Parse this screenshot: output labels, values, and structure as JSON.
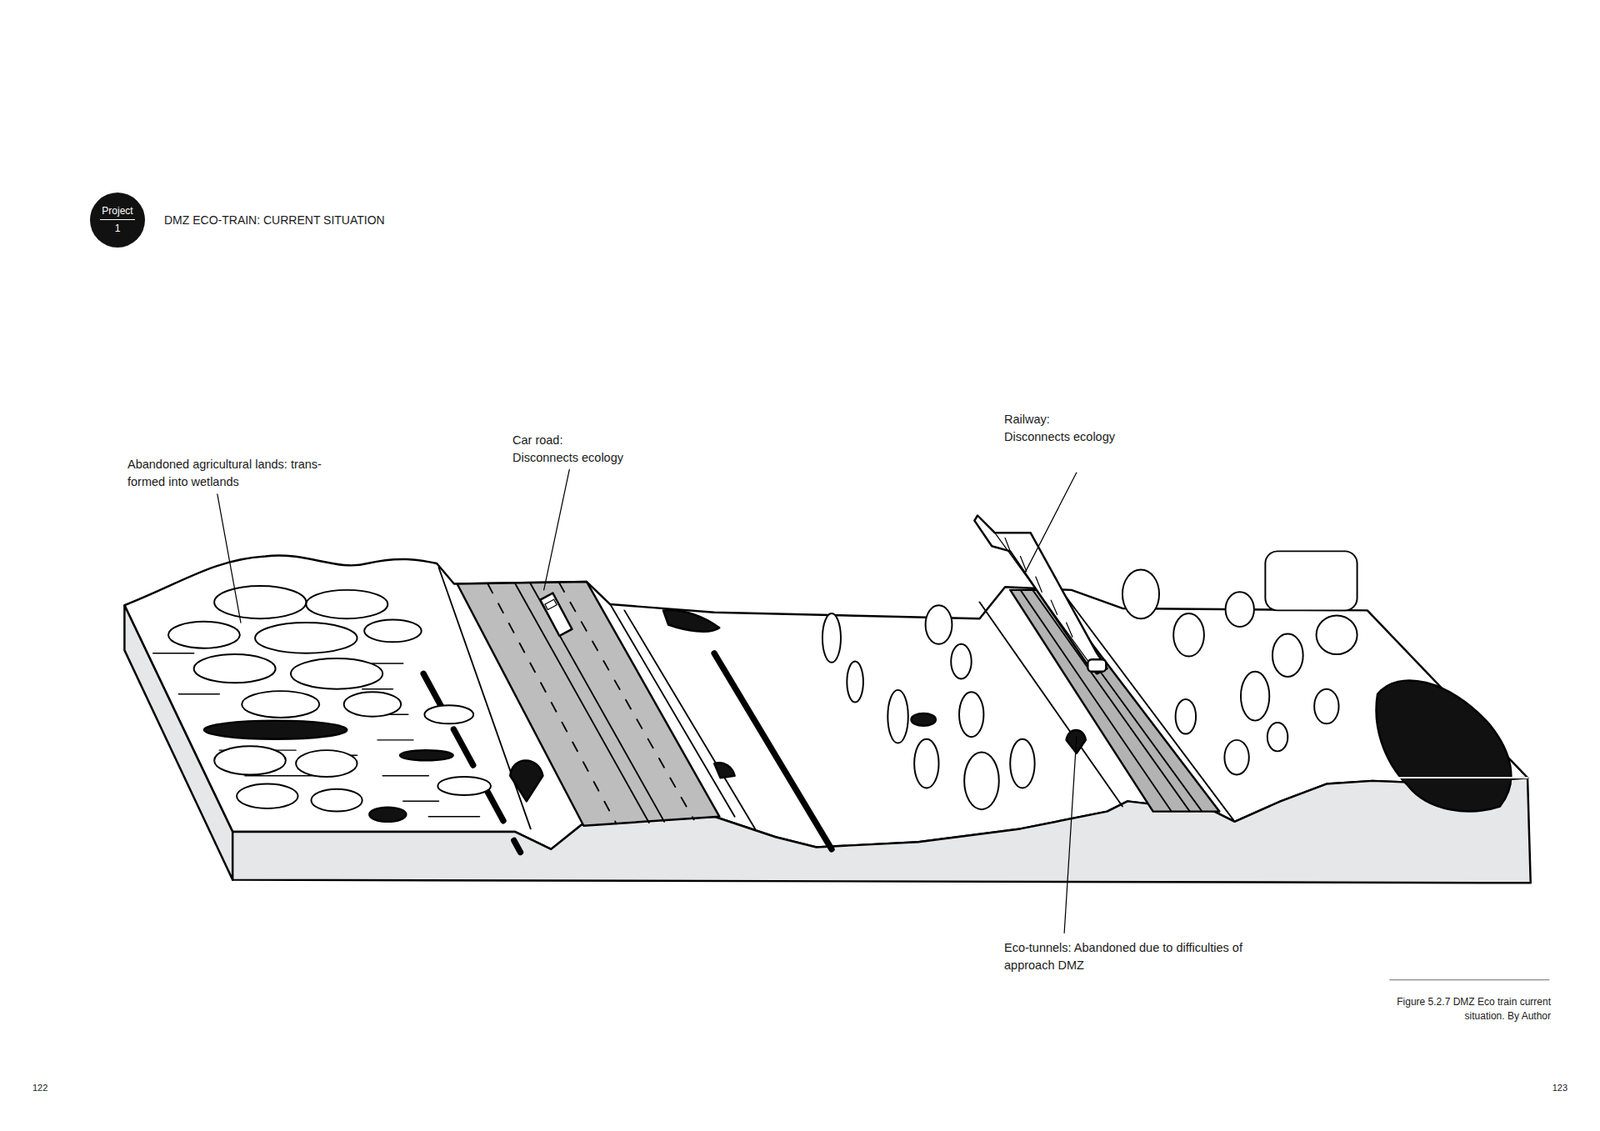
{
  "diagram": {
    "title": "DMZ ECO-TRAIN: CURRENT SITUATION",
    "caption": "Figure 5.2.7 DMZ Eco train current situation. By Author",
    "nodes": [
      {
        "text": [
          "Project",
          "1"
        ]
      }
    ],
    "labels": [
      "Railway: Disconnects ecology",
      "Car road: Disconnects ecology",
      "Abandoned agricultural lands: trans- formed into wetlands",
      "Eco-tunnels: Abandoned due to difficulties of approach DMZ",
      "122",
      "123"
    ]
  }
}
